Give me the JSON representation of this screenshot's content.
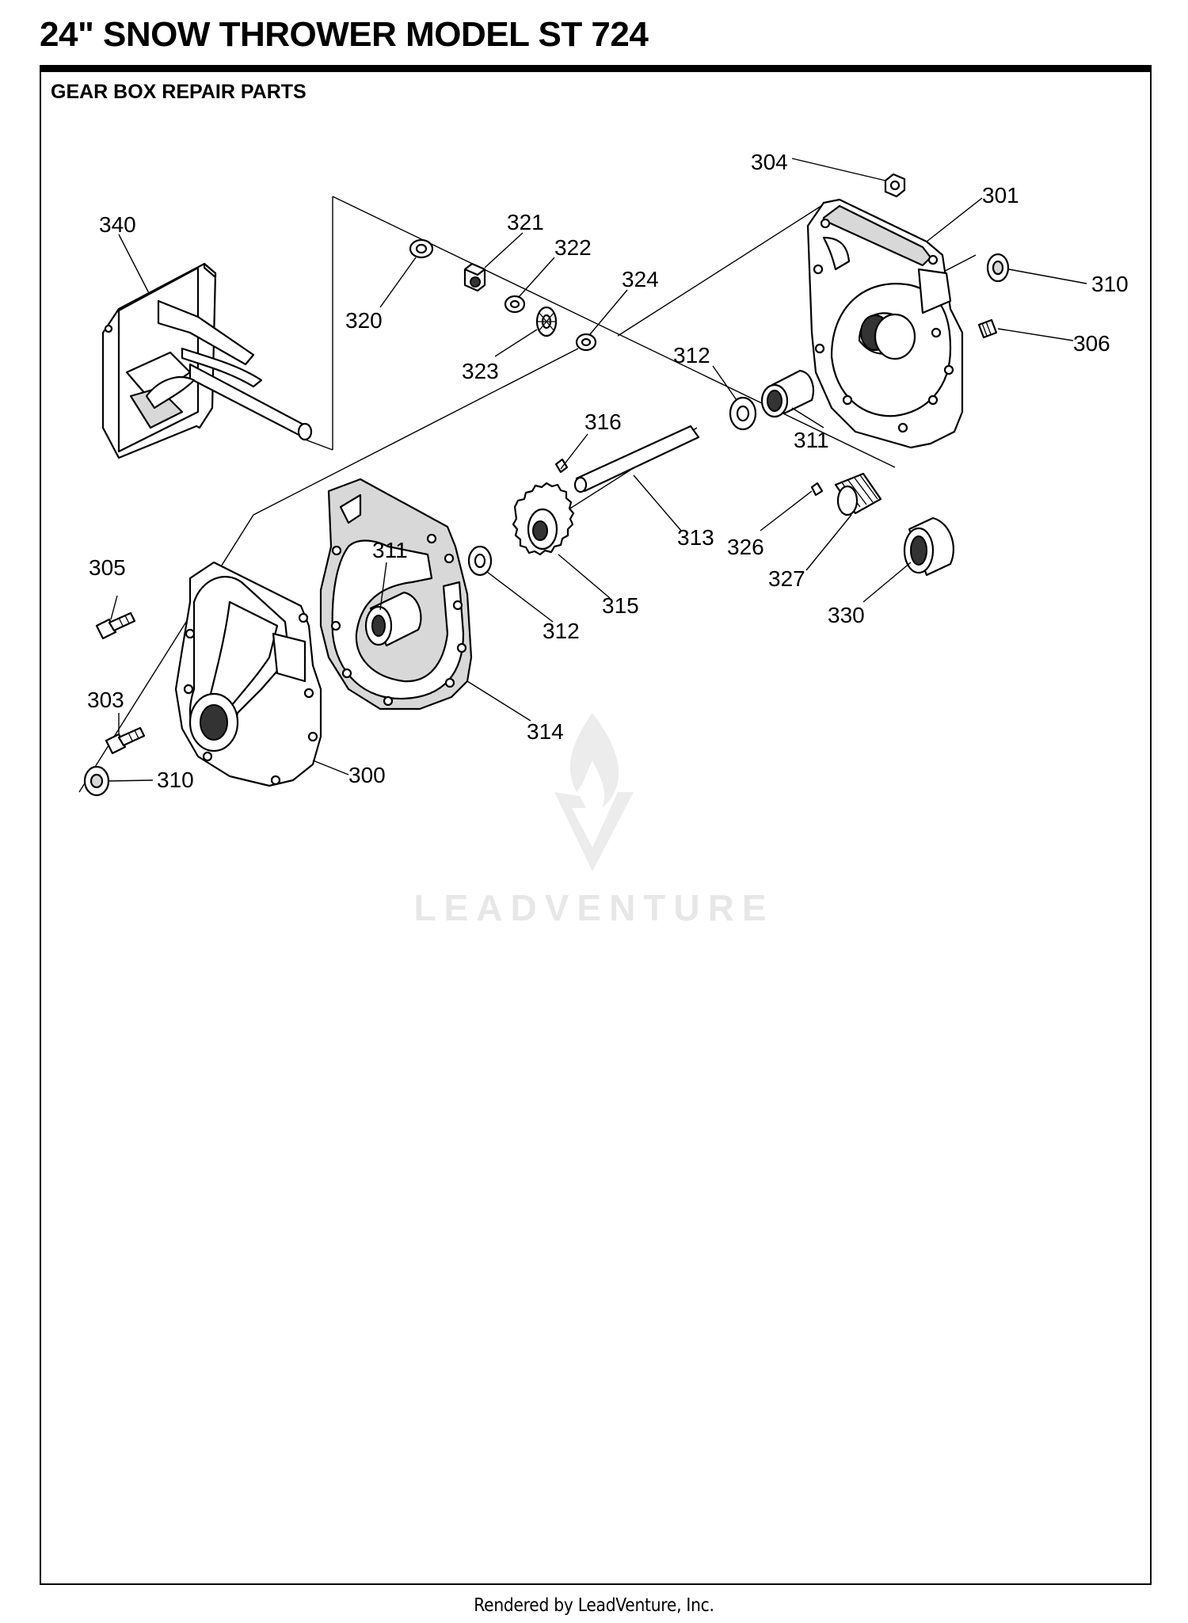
{
  "title": "24\" SNOW THROWER MODEL ST 724",
  "section": "GEAR BOX  REPAIR PARTS",
  "footer": "Rendered by LeadVenture, Inc.",
  "watermark": "LEADVENTURE",
  "callouts": {
    "c304": "304",
    "c301": "301",
    "c340": "340",
    "c321": "321",
    "c322": "322",
    "c324": "324",
    "c310a": "310",
    "c320": "320",
    "c306": "306",
    "c312a": "312",
    "c323": "323",
    "c316": "316",
    "c311a": "311",
    "c313": "313",
    "c326": "326",
    "c305": "305",
    "c311b": "311",
    "c315": "315",
    "c327": "327",
    "c312b": "312",
    "c330": "330",
    "c303": "303",
    "c314": "314",
    "c310b": "310",
    "c300": "300"
  },
  "colors": {
    "ink": "#000000",
    "paper": "#ffffff",
    "watermark": "#e7e7e7"
  }
}
